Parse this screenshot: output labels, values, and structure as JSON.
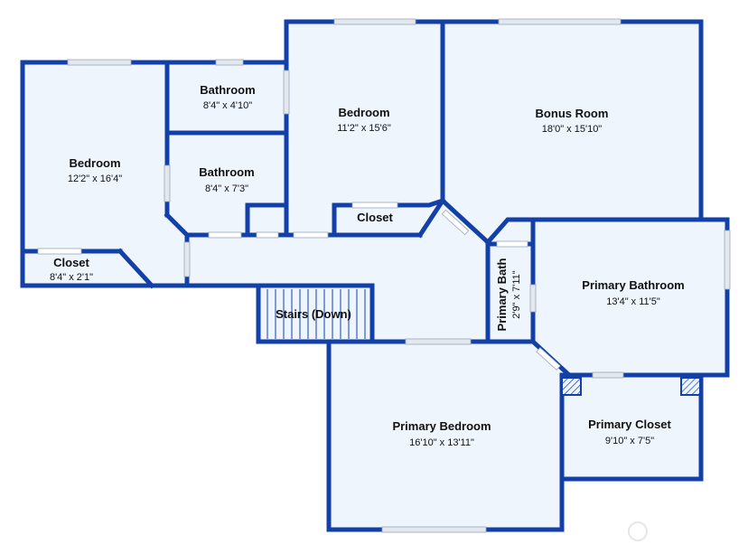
{
  "colors": {
    "wall": "#1340a8",
    "room_fill": "#eef5fd",
    "window": "#e3e8ee",
    "hatch": "#1340a8"
  },
  "rooms": {
    "bedroom_left": {
      "name": "Bedroom",
      "dims": "12'2\" x 16'4\""
    },
    "bathroom_top": {
      "name": "Bathroom",
      "dims": "8'4\" x 4'10\""
    },
    "bedroom_mid": {
      "name": "Bedroom",
      "dims": "11'2\" x 15'6\""
    },
    "bonus_room": {
      "name": "Bonus Room",
      "dims": "18'0\" x 15'10\""
    },
    "bathroom_mid": {
      "name": "Bathroom",
      "dims": "8'4\" x 7'3\""
    },
    "closet_mid": {
      "name": "Closet",
      "dims": ""
    },
    "closet_left": {
      "name": "Closet",
      "dims": "8'4\" x 2'1\""
    },
    "stairs": {
      "name": "Stairs (Down)",
      "dims": ""
    },
    "primary_bath_small": {
      "name": "Primary Bath",
      "dims": "2'9\" x 7'11\""
    },
    "primary_bathroom": {
      "name": "Primary Bathroom",
      "dims": "13'4\" x 11'5\""
    },
    "primary_bedroom": {
      "name": "Primary Bedroom",
      "dims": "16'10\" x 13'11\""
    },
    "primary_closet": {
      "name": "Primary Closet",
      "dims": "9'10\" x 7'5\""
    }
  }
}
